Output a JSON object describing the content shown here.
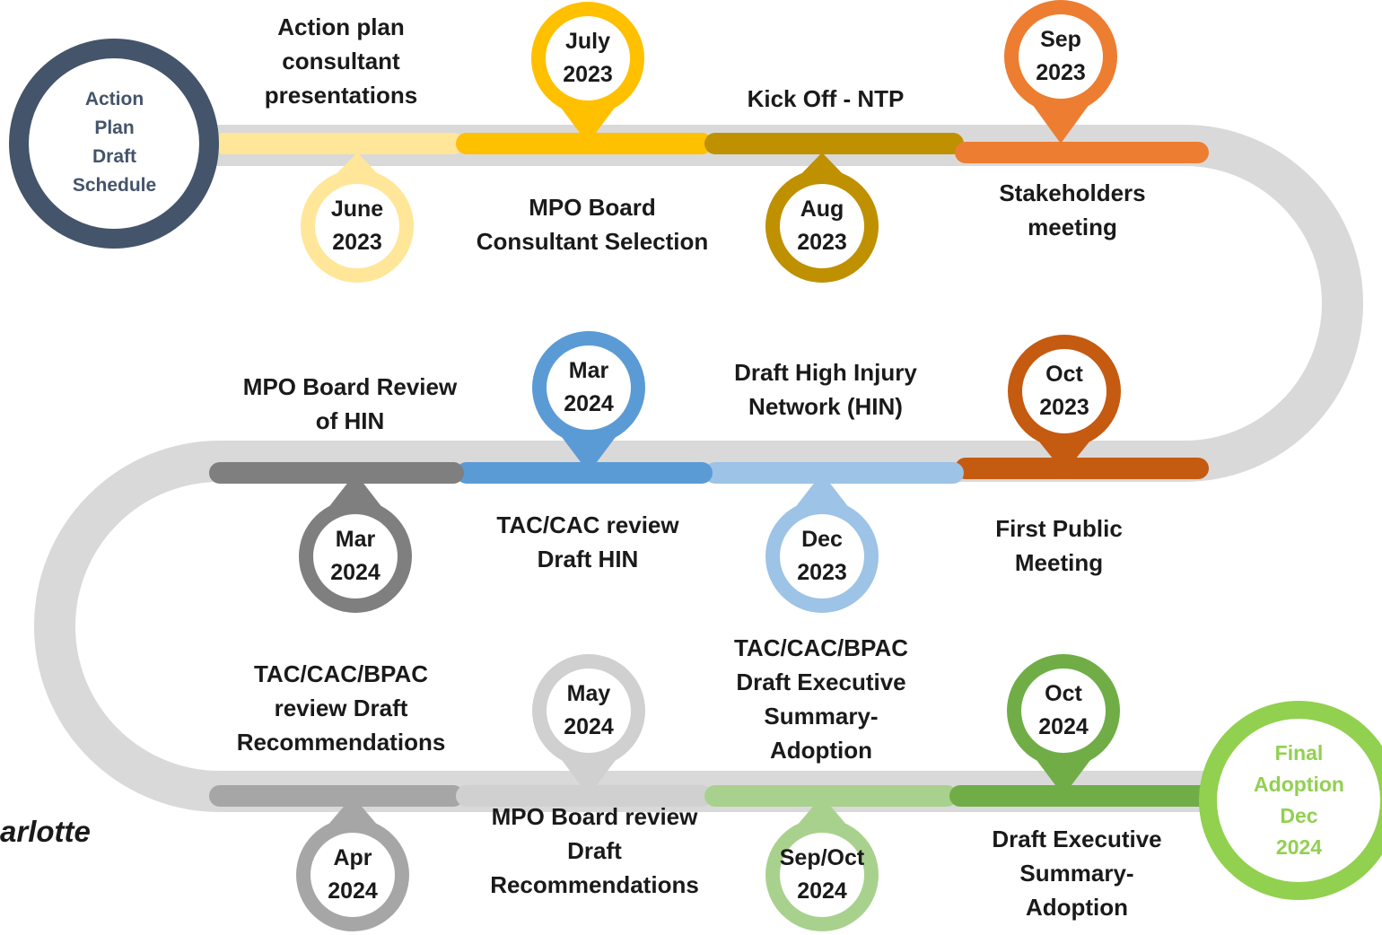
{
  "start_label": [
    "Action",
    "Plan",
    "Draft",
    "Schedule"
  ],
  "end_label": [
    "Final",
    "Adoption",
    "Dec",
    "2024"
  ],
  "side_text": "arlotte",
  "colors": {
    "track_gray": "#d9d9d9",
    "start_circle": "#44546a",
    "end_circle": "#92d050",
    "june_2023": "#ffe699",
    "july_2023": "#ffc000",
    "aug_2023": "#bf9000",
    "sep_2023": "#ed7d31",
    "oct_2023": "#c55a11",
    "dec_2023": "#9dc3e6",
    "mar_2024_blue": "#5b9bd5",
    "mar_2024_gray": "#7f7f7f",
    "apr_2024": "#a6a6a6",
    "may_2024": "#d0d0d0",
    "sep_oct_2024": "#a9d18e",
    "oct_2024": "#70ad47"
  },
  "milestones": [
    {
      "date": [
        "June",
        "2023"
      ],
      "label": [
        "Action plan",
        "consultant",
        "presentations"
      ],
      "row": 1,
      "color": "june_2023"
    },
    {
      "date": [
        "July",
        "2023"
      ],
      "label": [
        "MPO Board",
        "Consultant Selection"
      ],
      "row": 1,
      "color": "july_2023"
    },
    {
      "date": [
        "Aug",
        "2023"
      ],
      "label": [
        "Kick Off - NTP"
      ],
      "row": 1,
      "color": "aug_2023"
    },
    {
      "date": [
        "Sep",
        "2023"
      ],
      "label": [
        "Stakeholders",
        "meeting"
      ],
      "row": 1,
      "color": "sep_2023"
    },
    {
      "date": [
        "Oct",
        "2023"
      ],
      "label": [
        "First Public",
        "Meeting"
      ],
      "row": 2,
      "color": "oct_2023"
    },
    {
      "date": [
        "Dec",
        "2023"
      ],
      "label": [
        "Draft High Injury",
        "Network (HIN)"
      ],
      "row": 2,
      "color": "dec_2023"
    },
    {
      "date": [
        "Mar",
        "2024"
      ],
      "label": [
        "TAC/CAC review",
        "Draft HIN"
      ],
      "row": 2,
      "color": "mar_2024_blue"
    },
    {
      "date": [
        "Mar",
        "2024"
      ],
      "label": [
        "MPO Board Review",
        "of HIN"
      ],
      "row": 2,
      "color": "mar_2024_gray"
    },
    {
      "date": [
        "Apr",
        "2024"
      ],
      "label": [
        "TAC/CAC/BPAC",
        "review Draft",
        "Recommendations"
      ],
      "row": 3,
      "color": "apr_2024"
    },
    {
      "date": [
        "May",
        "2024"
      ],
      "label": [
        "MPO Board review",
        "Draft",
        "Recommendations"
      ],
      "row": 3,
      "color": "may_2024"
    },
    {
      "date": [
        "Sep/Oct",
        "2024"
      ],
      "label": [
        "TAC/CAC/BPAC",
        "Draft Executive",
        "Summary-",
        "Adoption"
      ],
      "row": 3,
      "color": "sep_oct_2024"
    },
    {
      "date": [
        "Oct",
        "2024"
      ],
      "label": [
        "Draft Executive",
        "Summary-",
        "Adoption"
      ],
      "row": 3,
      "color": "oct_2024"
    }
  ]
}
